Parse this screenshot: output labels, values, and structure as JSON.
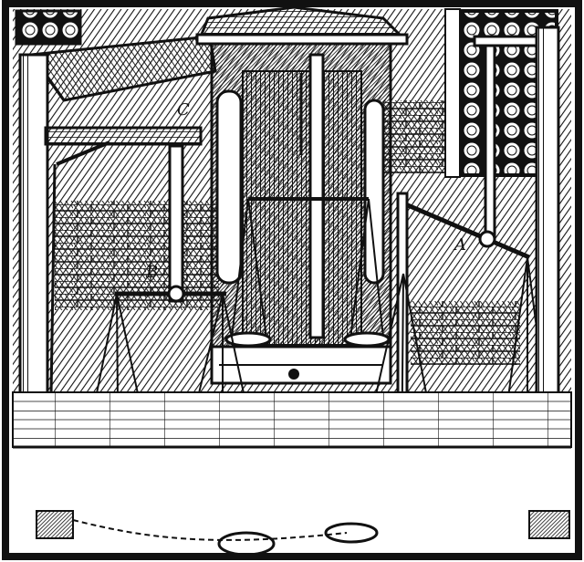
{
  "labels": {
    "a": "A",
    "b": "B",
    "c": "C"
  },
  "colors": {
    "ink": "#111111",
    "paper": "#ffffff"
  }
}
